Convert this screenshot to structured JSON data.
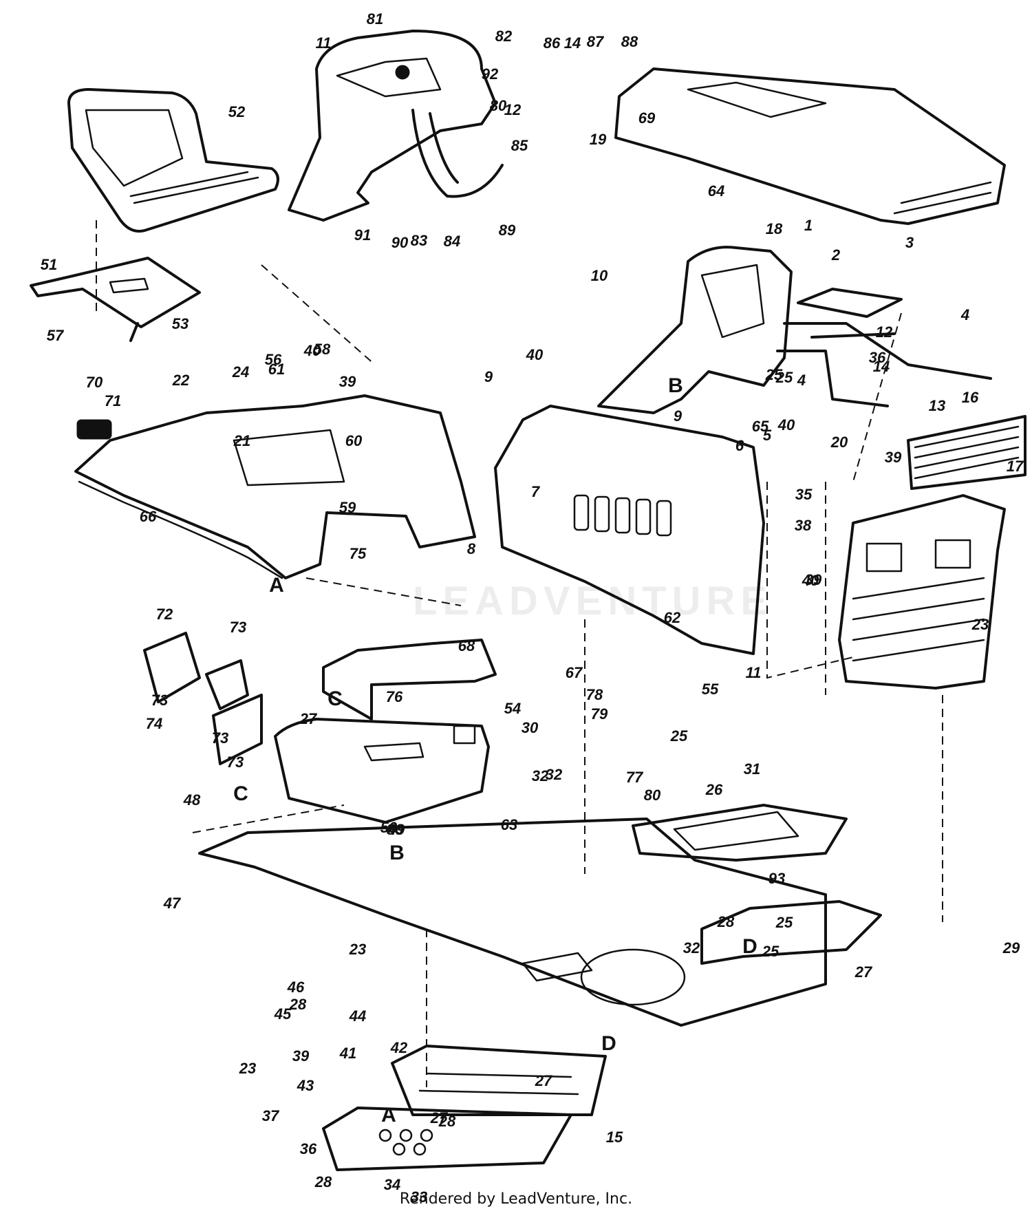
{
  "diagram": {
    "callouts": [
      "1",
      "2",
      "3",
      "4",
      "4",
      "5",
      "6",
      "7",
      "8",
      "9",
      "9",
      "10",
      "11",
      "11",
      "12",
      "12",
      "13",
      "14",
      "14",
      "15",
      "16",
      "17",
      "18",
      "19",
      "20",
      "21",
      "22",
      "23",
      "23",
      "23",
      "24",
      "25",
      "25",
      "25",
      "25",
      "25",
      "26",
      "27",
      "27",
      "27",
      "27",
      "28",
      "28",
      "28",
      "28",
      "29",
      "30",
      "31",
      "32",
      "32",
      "32",
      "33",
      "34",
      "35",
      "36",
      "36",
      "37",
      "38",
      "39",
      "39",
      "39",
      "39",
      "40",
      "40",
      "40",
      "40",
      "41",
      "42",
      "43",
      "44",
      "45",
      "46",
      "47",
      "48",
      "49",
      "50",
      "51",
      "52",
      "53",
      "54",
      "55",
      "56",
      "57",
      "58",
      "59",
      "60",
      "61",
      "62",
      "63",
      "64",
      "65",
      "66",
      "67",
      "68",
      "69",
      "70",
      "71",
      "72",
      "73",
      "73",
      "73",
      "73",
      "74",
      "75",
      "76",
      "77",
      "78",
      "79",
      "80",
      "80",
      "80",
      "81",
      "82",
      "83",
      "84",
      "85",
      "86",
      "87",
      "88",
      "89",
      "90",
      "91",
      "92",
      "93"
    ],
    "section_markers": [
      "A",
      "A",
      "B",
      "B",
      "C",
      "C",
      "D",
      "D"
    ]
  },
  "watermark_text": "LEADVENTURE",
  "footer": {
    "text": "Rendered by LeadVenture, Inc."
  }
}
